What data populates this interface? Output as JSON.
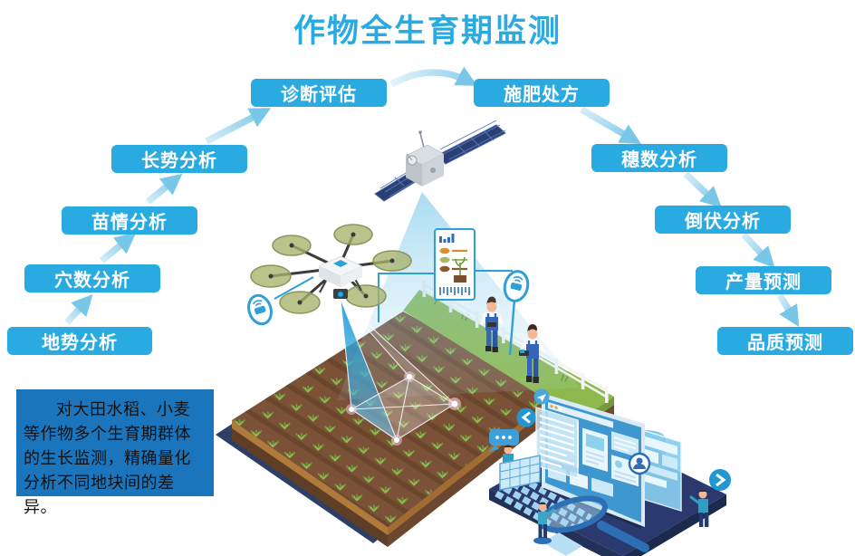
{
  "title": "作物全生育期监测",
  "steps": {
    "left": [
      "地势分析",
      "穴数分析",
      "苗情分析",
      "长势分析",
      "诊断评估"
    ],
    "right": [
      "施肥处方",
      "穗数分析",
      "倒伏分析",
      "产量预测",
      "品质预测"
    ]
  },
  "flow_sequence": [
    "地势分析",
    "穴数分析",
    "苗情分析",
    "长势分析",
    "诊断评估",
    "施肥处方",
    "穗数分析",
    "倒伏分析",
    "产量预测",
    "品质预测"
  ],
  "description": "对大田水稻、小麦等作物多个生育期群体的生长监测，精确量化分析不同地块间的差异。",
  "colors": {
    "accent": "#29ABE2",
    "info_box_bg": "#1B75BC",
    "info_text": "#111111",
    "arrow_light": "#CFEAF8",
    "arrow_dark": "#7FC9E8",
    "field_soil": "#7B5238",
    "field_grass": "#8CB84C",
    "platter_navy": "#2E3F66",
    "laptop_navy": "#2B3A6E"
  },
  "icons": {
    "satellite": "satellite-icon",
    "drone": "drone-icon",
    "sensor_badge": "camera-wifi-badge-icon",
    "report_panel": "crop-report-panel",
    "laptop": "analytics-laptop",
    "magnifier": "magnifier-icon",
    "chat": "chat-bubble-icon",
    "avatar": "avatar-icon",
    "chevrons": [
      "chevron-left-icon",
      "chevron-right-icon"
    ],
    "send": "send-icon"
  }
}
